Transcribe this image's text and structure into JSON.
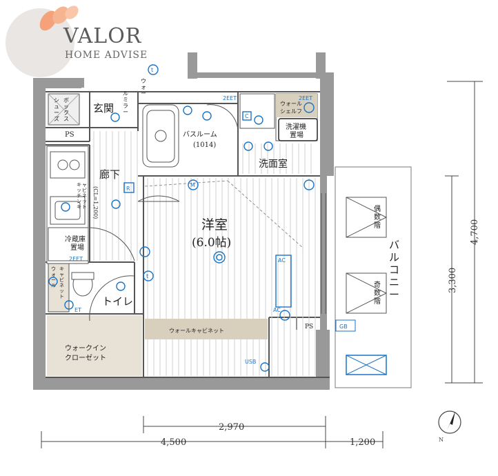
{
  "logo": {
    "title": "VALOR",
    "subtitle": "HOME ADVISE"
  },
  "rooms": {
    "genkan": "玄関",
    "shoes_box": [
      "シ",
      "ュ",
      "ー",
      "ズ",
      "ボ",
      "ッ",
      "ク",
      "ス"
    ],
    "wall_mirror": [
      "ウ",
      "ォ",
      "ー",
      "ル",
      "ミ",
      "ラ",
      "ー"
    ],
    "ps_top": "PS",
    "ps_bottom": "PS",
    "hallway": "廊下",
    "hallway_note": "(CL=1,200)",
    "kitchen_cabinet": [
      "キ",
      "ッ",
      "チ",
      "ン",
      "キ",
      "ャ",
      "ビ",
      "ネ",
      "ッ",
      "ト"
    ],
    "fridge_1": "冷蔵庫",
    "fridge_2": "置場",
    "wall_cabinet_v": [
      "ウ",
      "ォ",
      "ー",
      "ル",
      "キ",
      "ャ",
      "ビ",
      "ネ",
      "ッ",
      "ト"
    ],
    "toilet": "トイレ",
    "walkin_1": "ウォークイン",
    "walkin_2": "クローゼット",
    "bath_1": "バスルーム",
    "bath_2": "(1014)",
    "washroom": "洗面室",
    "wall_shelf_1": "ウォール",
    "wall_shelf_2": "シェルフ",
    "washer_1": "洗濯機",
    "washer_2": "置場",
    "western_room_1": "洋室",
    "western_room_2": "(6.0帖)",
    "wall_cabinet_h": "ウォールキャビネット",
    "balcony": [
      "バ",
      "ル",
      "コ",
      "ニ",
      "ー"
    ],
    "even_floor": [
      "偶",
      "数",
      "階"
    ],
    "odd_floor": [
      "奇",
      "数",
      "階"
    ],
    "gb": "GB"
  },
  "equipment": {
    "t_top": "t",
    "t_mid": "t",
    "r": "R",
    "m": "M",
    "ac_1": "AC",
    "ac_2": "AC",
    "twoeet_1": "2EET",
    "twoeet_2": "2EET",
    "twoeet_3": "2EET",
    "et": "ET",
    "usb": "USB",
    "c": "C"
  },
  "dimensions": {
    "width_inner": "2,970",
    "width_total": "4,500",
    "width_balcony": "1,200",
    "height_inner": "3,300",
    "height_total": "4,700"
  },
  "compass": {
    "label": "N"
  }
}
